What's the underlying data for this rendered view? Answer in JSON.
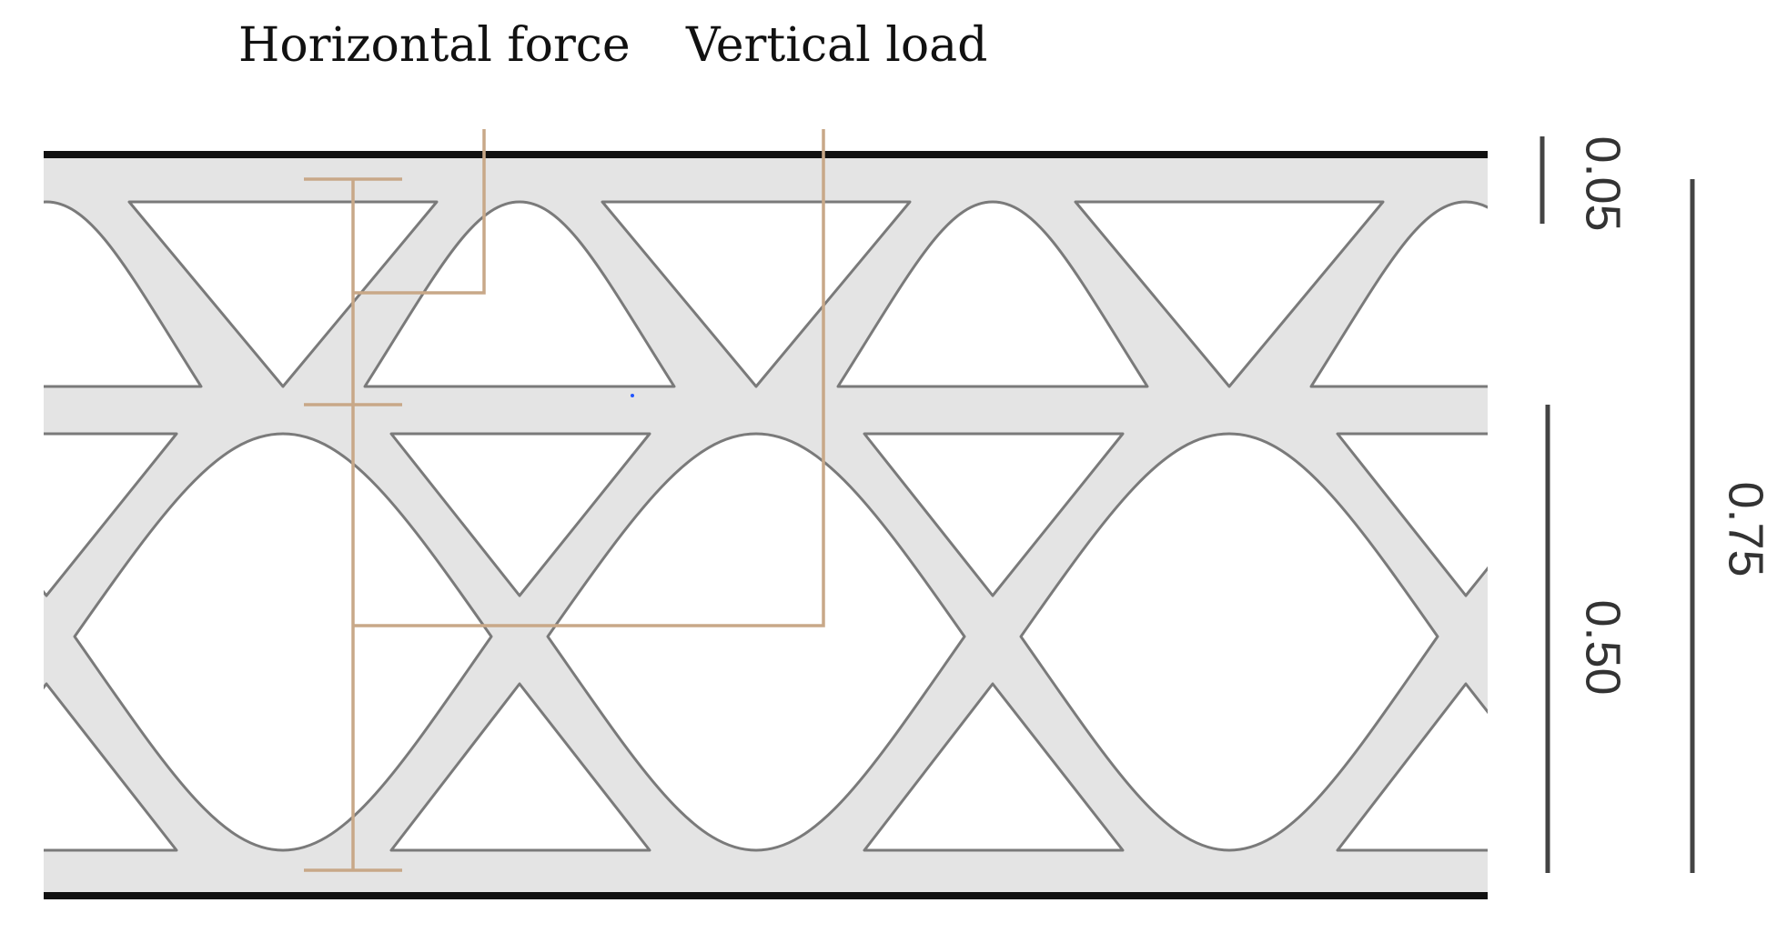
{
  "labels": {
    "horizontal_force": "Horizontal force",
    "vertical_load": "Vertical load"
  },
  "dimensions": {
    "top_layer": "0.05",
    "lower_layer": "0.50",
    "total": "0.75"
  },
  "colors": {
    "lattice_fill": "#e4e4e4",
    "cell_stroke": "#7a7a7a",
    "plate": "#111111",
    "leader": "#c8a888",
    "dimension_bar": "#444444"
  }
}
